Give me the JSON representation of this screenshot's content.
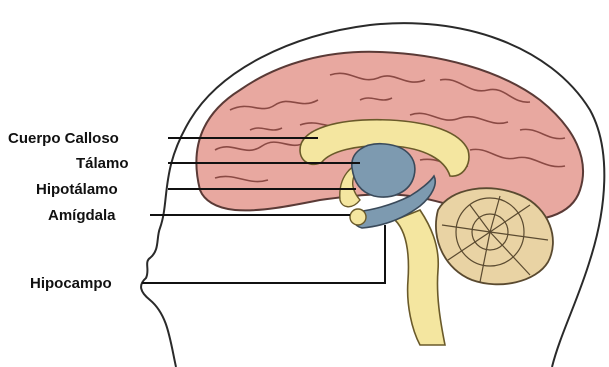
{
  "labels": {
    "corpus_callosum": "Cuerpo Calloso",
    "thalamus": "Tálamo",
    "hypothalamus": "Hipotálamo",
    "amygdala": "Amígdala",
    "hippocampus": "Hipocampo"
  },
  "colors": {
    "cortex": "#e8a8a0",
    "cortex_stroke": "#5a3a36",
    "limbic_yellow": "#f4e6a0",
    "thalamus_blue": "#7d9ab0",
    "cerebellum": "#e9d3a4",
    "outline": "#2a2a2a",
    "text": "#111111"
  }
}
